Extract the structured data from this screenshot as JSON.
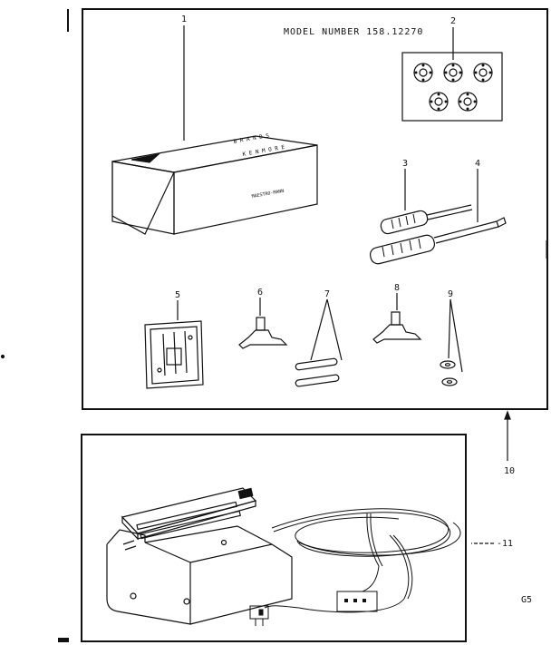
{
  "header": {
    "model_label": "MODEL NUMBER 158.12270"
  },
  "callouts": [
    "1",
    "2",
    "3",
    "4",
    "5",
    "6",
    "7",
    "8",
    "9",
    "10",
    "11"
  ],
  "callout_11_prefix": "-11",
  "page_code": "G5",
  "icons": [
    "accessory-box-icon",
    "bobbin-icon",
    "screwdriver-icon",
    "needle-plate-icon",
    "presser-foot-icon",
    "spindle-icon",
    "washer-icon",
    "foot-controller-icon",
    "power-cord-icon"
  ]
}
